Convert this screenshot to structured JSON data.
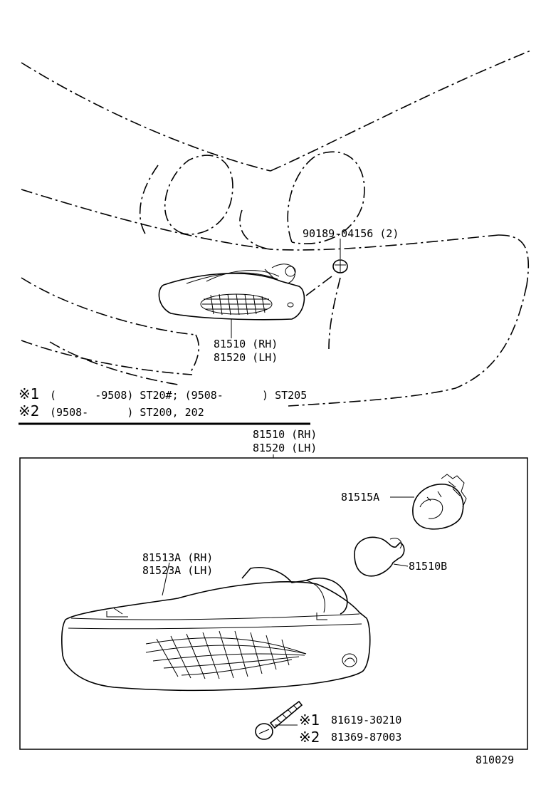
{
  "top_part": {
    "fastener_part": "90189-04156 (2)",
    "lamp_rh": "81510 (RH)",
    "lamp_lh": "81520 (LH)"
  },
  "notes": {
    "note1_mark": "※1",
    "note1_text": "(      -9508) ST20#; (9508-      ) ST205",
    "note2_mark": "※2",
    "note2_text": "(9508-      ) ST200, 202"
  },
  "detail_box": {
    "title_rh": "81510 (RH)",
    "title_lh": "81520 (LH)",
    "socket": "81515A",
    "bulb": "81510B",
    "lens_rh": "81513A (RH)",
    "lens_lh": "81523A (LH)",
    "screw1_mark": "※1",
    "screw1_part": "81619-30210",
    "screw2_mark": "※2",
    "screw2_part": "81369-87003"
  },
  "figure_number": "810029"
}
